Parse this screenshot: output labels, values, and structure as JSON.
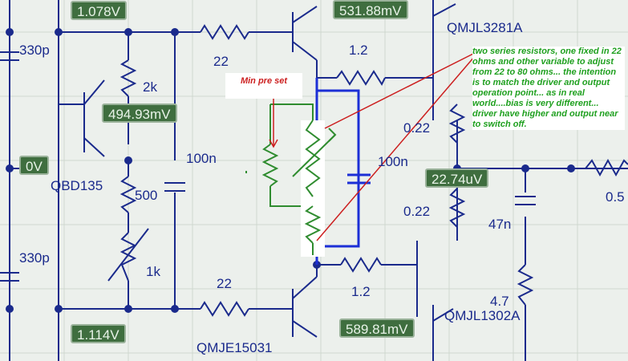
{
  "probes": {
    "p1": "1.078V",
    "p2": "531.88mV",
    "p3": "494.93mV",
    "p4": "0V",
    "p5": "22.74uV",
    "p6": "1.114V",
    "p7": "589.81mV"
  },
  "components": {
    "c330p_top": "330p",
    "r22_top": "22",
    "r1p2_top": "1.2",
    "q_top_right": "QMJL3281A",
    "r2k": "2k",
    "c100n_mid": "100n",
    "q_bd135": "QBD135",
    "r500": "500",
    "c100n_right": "100n",
    "r0p22_a": "0.22",
    "r0p22_b": "0.22",
    "c47n": "47n",
    "r_edge": "0.5",
    "c330p_bottom": "330p",
    "r1k": "1k",
    "r22_bottom": "22",
    "r1p2_bottom": "1.2",
    "r4p7": "4.7",
    "q_bottom_right": "QMJL1302A",
    "q_bottom": "QMJE15031"
  },
  "annotations": {
    "min_preset": "Min pre set",
    "note": "two series resistors, one fixed in 22 ohms and other variable to adjust from 22 to 80 ohms... the intention is to match the driver and output operation point... as in real world....bias is very different... driver have higher and output near to switch off."
  },
  "colors": {
    "wire": "#1a2a8c",
    "probe_bg": "#3f6e3f",
    "overlay_green": "#2f8c2f",
    "overlay_blue": "#1c2fd6",
    "callout_red": "#cc1f1f"
  }
}
